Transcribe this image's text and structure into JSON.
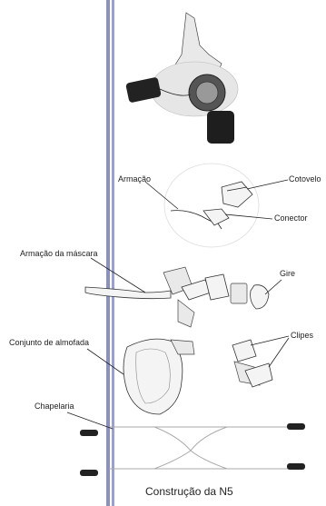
{
  "labels": {
    "armacao": "Armação",
    "cotovelo": "Cotovelo",
    "conector": "Conector",
    "armacao_mascara": "Armação da máscara",
    "gire": "Gire",
    "clipes": "Clipes",
    "conjunto_almofada": "Conjunto de almofada",
    "chapelaria": "Chapelaria"
  },
  "caption": "Construção da N5",
  "icons": [
    "mask-assembly-image",
    "frame-elbow-connector-image",
    "mask-frame-exploded-image",
    "cushion-assembly-image",
    "clips-image",
    "headgear-image"
  ]
}
